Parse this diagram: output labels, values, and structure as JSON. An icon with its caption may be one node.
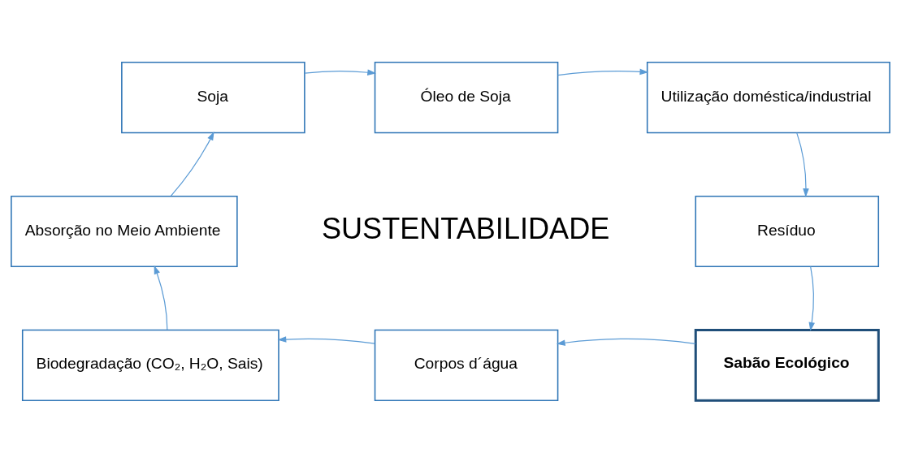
{
  "diagram": {
    "nodes": [
      {
        "text": [
          "Soja"
        ]
      },
      {
        "text": [
          "Óleo de Soja"
        ]
      },
      {
        "text": [
          "Utilização doméstica/industrial"
        ]
      },
      {
        "text": [
          "Resíduo"
        ]
      },
      {
        "text": [
          "Sabão Ecológico"
        ]
      },
      {
        "text": [
          "Corpos d´água"
        ]
      },
      {
        "text": [
          "Biodegradação (CO₂, H₂O, Sais)"
        ]
      },
      {
        "text": [
          "Absorção no Meio Ambiente"
        ]
      }
    ],
    "edges": [
      {
        "from": 0,
        "to": 1,
        "arrow": "to"
      },
      {
        "from": 1,
        "to": 2,
        "arrow": "to"
      },
      {
        "from": 2,
        "to": 3,
        "arrow": "to"
      },
      {
        "from": 3,
        "to": 4,
        "arrow": "to"
      },
      {
        "from": 4,
        "to": 5,
        "arrow": "to"
      },
      {
        "from": 5,
        "to": 6,
        "arrow": "to"
      },
      {
        "from": 6,
        "to": 7,
        "arrow": "to"
      },
      {
        "from": 7,
        "to": 0,
        "arrow": "to"
      }
    ],
    "labels": [
      "SUSTENTABILIDADE"
    ]
  }
}
